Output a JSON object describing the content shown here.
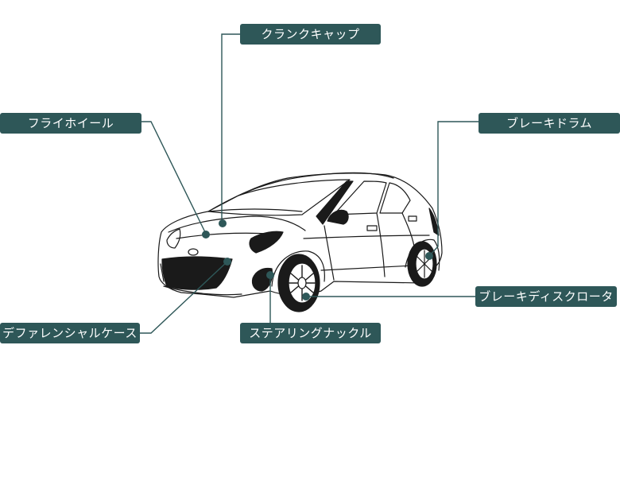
{
  "labels": {
    "crank_cap": "クランクキャップ",
    "flywheel": "フライホイール",
    "brake_drum": "ブレーキドラム",
    "brake_disc_rotor": "ブレーキディスクロータ",
    "differential_case": "デファレンシャルケース",
    "steering_knuckle": "ステアリングナックル"
  },
  "colors": {
    "label_bg": "#2e5758",
    "label_text": "#ffffff",
    "line": "#2e5758",
    "car_outline": "#1a1a1a"
  }
}
